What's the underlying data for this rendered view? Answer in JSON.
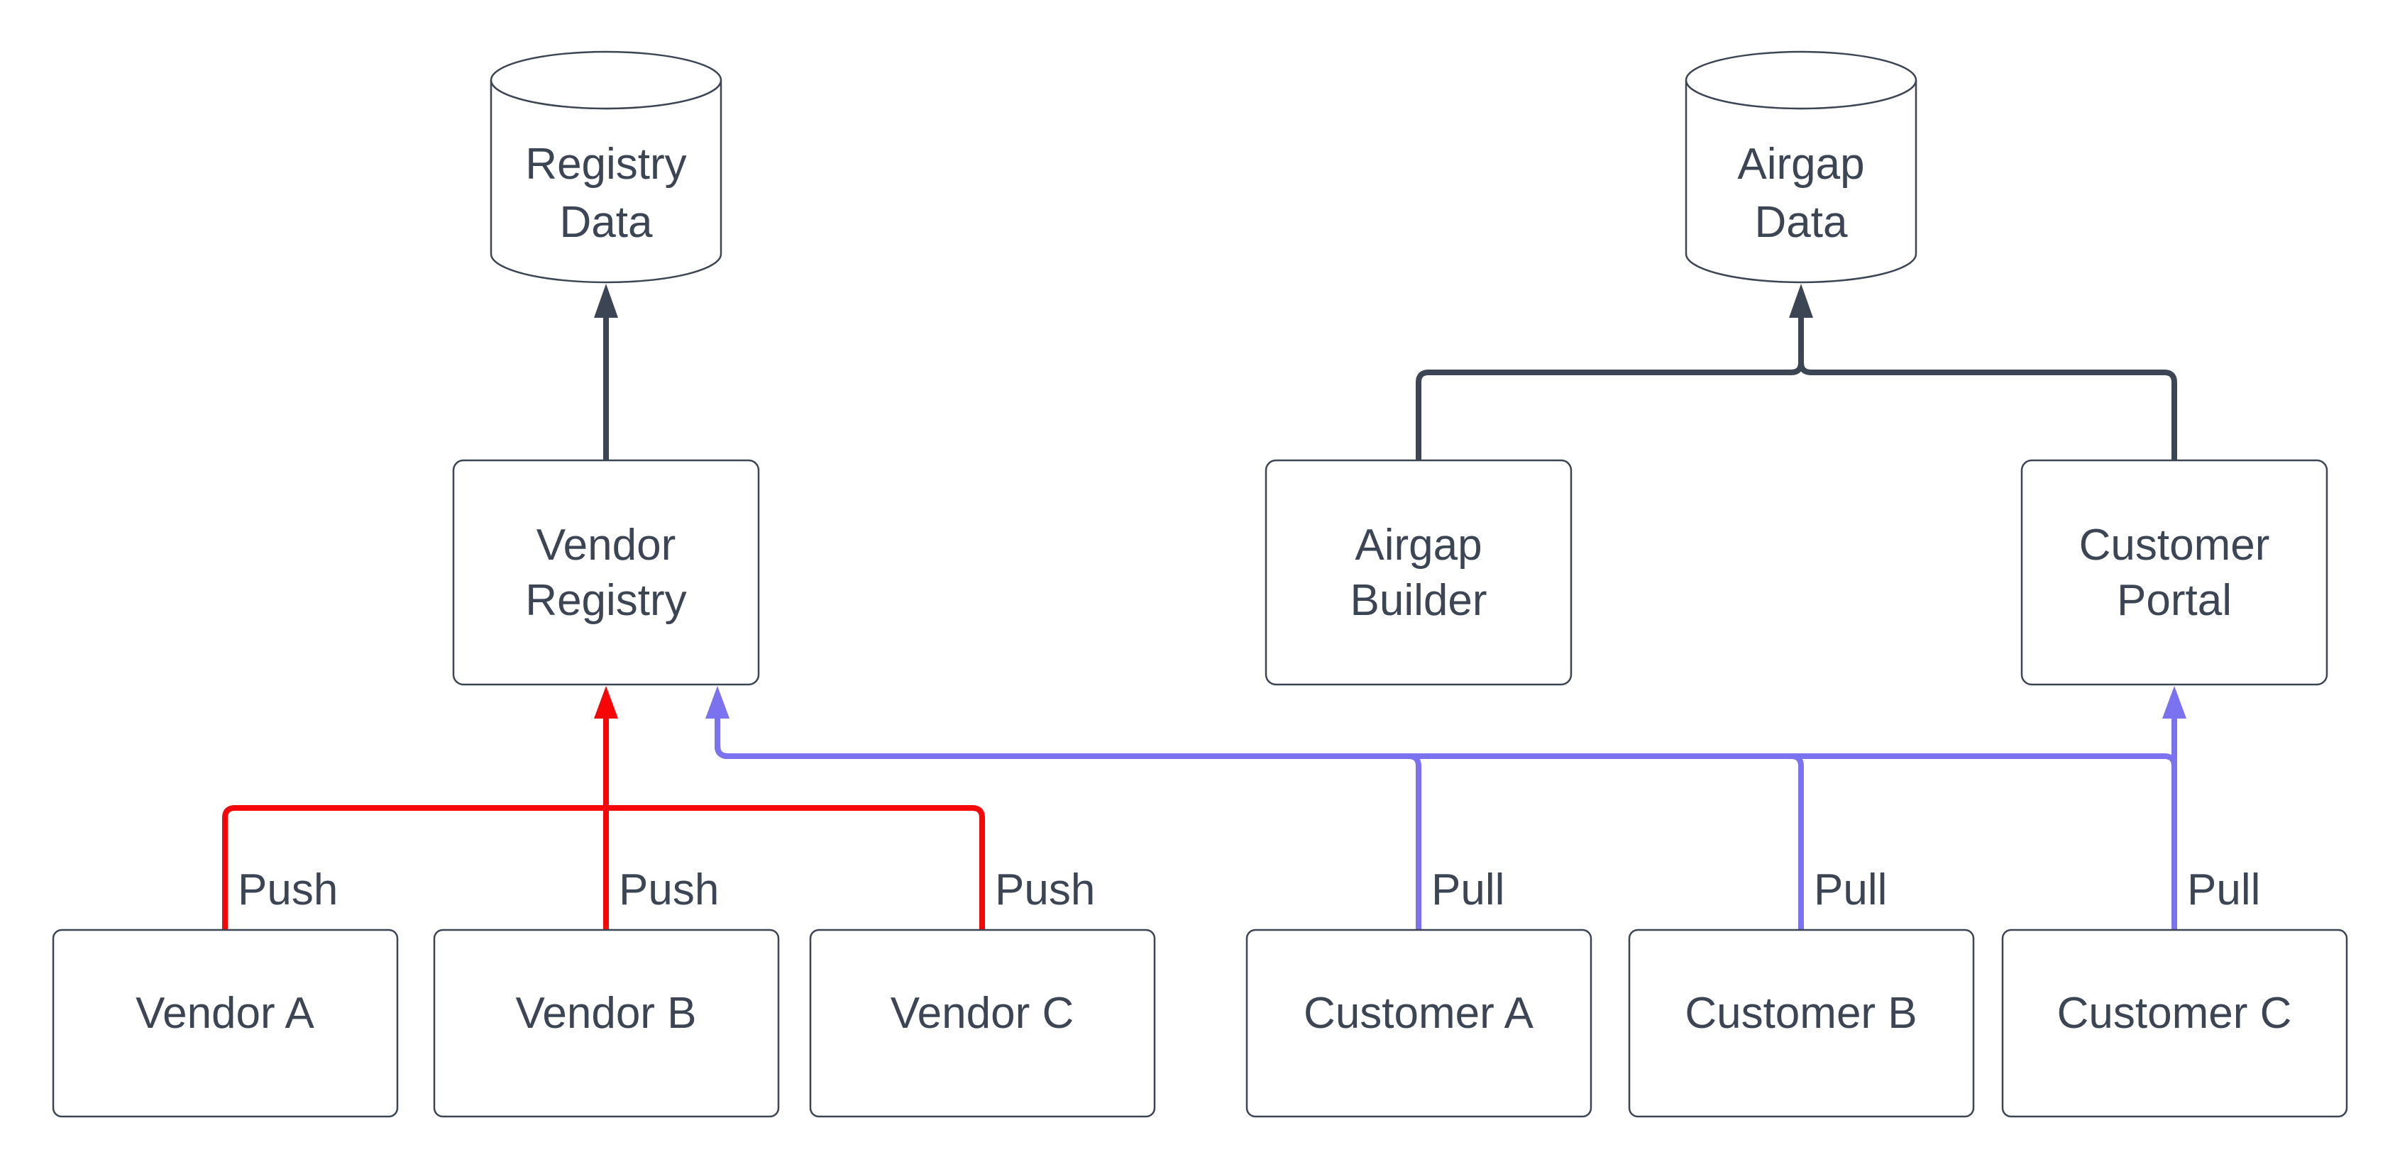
{
  "diagram": {
    "type": "flowchart",
    "nodes": {
      "registry_data": {
        "shape": "cylinder",
        "lines": [
          "Registry",
          "Data"
        ]
      },
      "airgap_data": {
        "shape": "cylinder",
        "lines": [
          "Airgap",
          "Data"
        ]
      },
      "vendor_registry": {
        "shape": "rounded-rect",
        "lines": [
          "Vendor",
          "Registry"
        ]
      },
      "airgap_builder": {
        "shape": "rounded-rect",
        "lines": [
          "Airgap",
          "Builder"
        ]
      },
      "customer_portal": {
        "shape": "rounded-rect",
        "lines": [
          "Customer",
          "Portal"
        ]
      },
      "vendor_a": {
        "shape": "rounded-rect",
        "label": "Vendor A"
      },
      "vendor_b": {
        "shape": "rounded-rect",
        "label": "Vendor B"
      },
      "vendor_c": {
        "shape": "rounded-rect",
        "label": "Vendor C"
      },
      "customer_a": {
        "shape": "rounded-rect",
        "label": "Customer A"
      },
      "customer_b": {
        "shape": "rounded-rect",
        "label": "Customer B"
      },
      "customer_c": {
        "shape": "rounded-rect",
        "label": "Customer C"
      }
    },
    "edge_labels": {
      "push": "Push",
      "pull": "Pull"
    },
    "colors": {
      "push_edge": "#f60606",
      "pull_edge": "#7b72f0",
      "flow_edge": "#3c4553",
      "node_border": "#3c4553",
      "node_fill": "#ffffff",
      "text": "#3c4553",
      "background": "#ffffff"
    }
  }
}
